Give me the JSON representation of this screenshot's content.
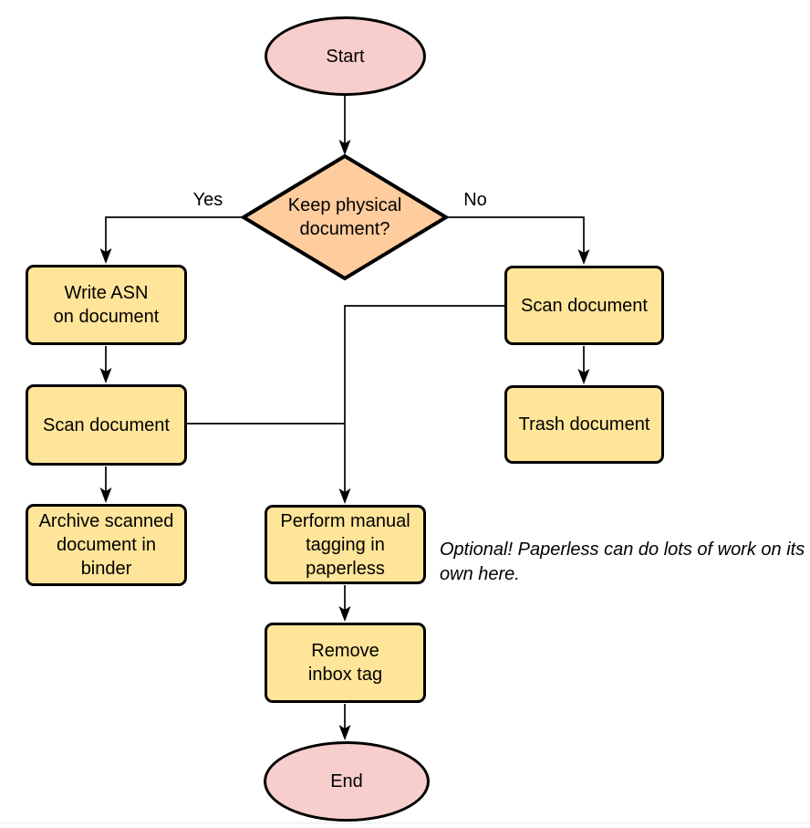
{
  "diagram": {
    "background": "#ffffff",
    "colors": {
      "terminal_fill": "#f8cecc",
      "decision_fill": "#ffcc9e",
      "process_fill": "#ffe599",
      "stroke": "#000000",
      "connector": "#000000"
    },
    "nodes": {
      "start": {
        "label": "Start",
        "type": "terminal"
      },
      "keep_physical": {
        "label": "Keep physical\ndocument?",
        "type": "decision"
      },
      "write_asn": {
        "label": "Write ASN\non document",
        "type": "process"
      },
      "scan_document_left": {
        "label": "Scan document",
        "type": "process"
      },
      "archive_binder": {
        "label": "Archive scanned\ndocument in\nbinder",
        "type": "process"
      },
      "scan_document_right": {
        "label": "Scan document",
        "type": "process"
      },
      "trash_document": {
        "label": "Trash document",
        "type": "process"
      },
      "manual_tagging": {
        "label": "Perform manual\ntagging in\npaperless",
        "type": "process"
      },
      "remove_inbox_tag": {
        "label": "Remove\ninbox tag",
        "type": "process"
      },
      "end": {
        "label": "End",
        "type": "terminal"
      }
    },
    "edge_labels": {
      "yes": "Yes",
      "no": "No"
    },
    "edges": [
      {
        "from": "start",
        "to": "keep_physical"
      },
      {
        "from": "keep_physical",
        "to": "write_asn",
        "label": "Yes"
      },
      {
        "from": "keep_physical",
        "to": "scan_document_right",
        "label": "No"
      },
      {
        "from": "write_asn",
        "to": "scan_document_left"
      },
      {
        "from": "scan_document_left",
        "to": "archive_binder"
      },
      {
        "from": "scan_document_left",
        "to": "manual_tagging"
      },
      {
        "from": "scan_document_right",
        "to": "trash_document"
      },
      {
        "from": "scan_document_right",
        "to": "manual_tagging"
      },
      {
        "from": "manual_tagging",
        "to": "remove_inbox_tag"
      },
      {
        "from": "remove_inbox_tag",
        "to": "end"
      }
    ],
    "annotation": "Optional! Paperless can do lots of work on its own here."
  }
}
